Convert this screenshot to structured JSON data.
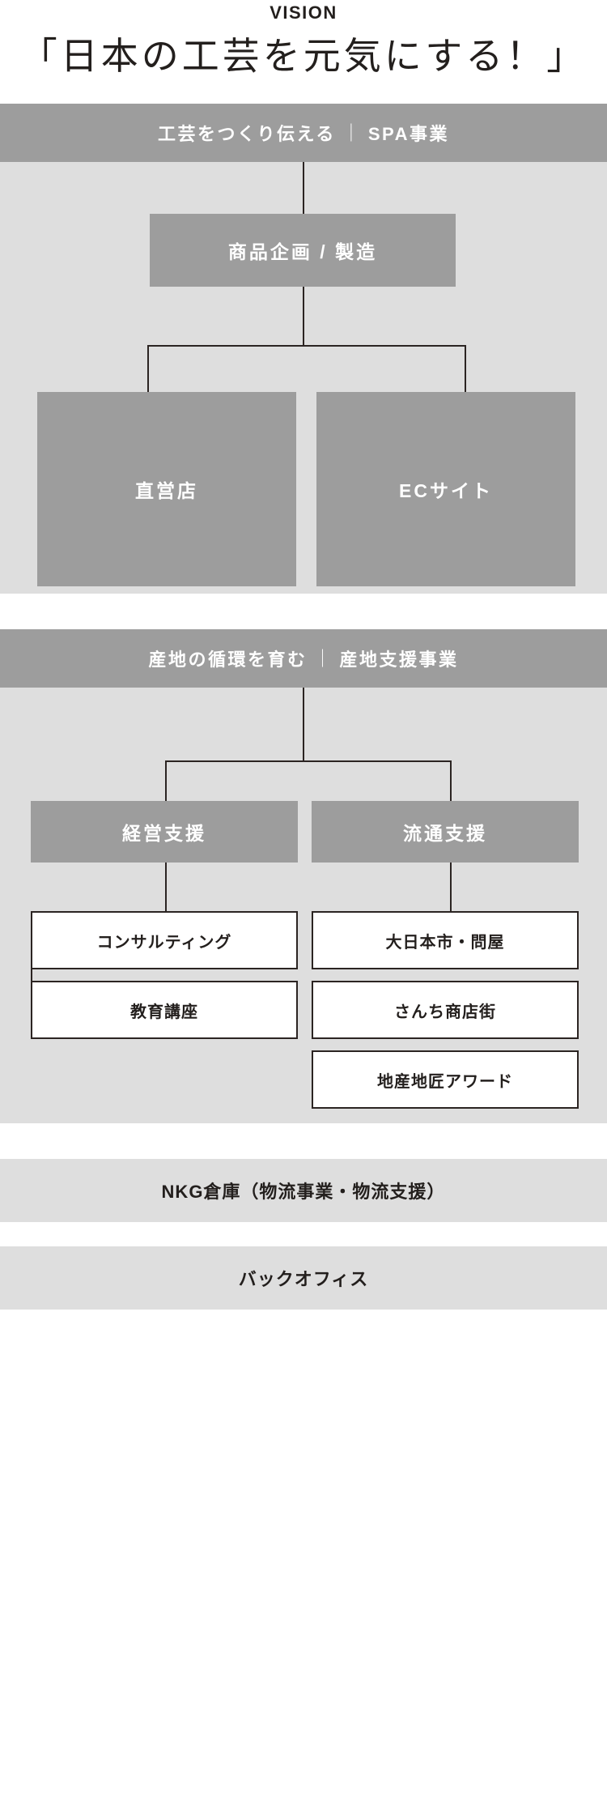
{
  "vision": {
    "label": "VISION",
    "title": "「日本の工芸を元気にする！」"
  },
  "separator": "｜",
  "sections": [
    {
      "id": "spa",
      "band_left": "工芸をつくり伝える",
      "band_right": "SPA事業",
      "nodes": {
        "planning": "商品企画 / 製造",
        "retail": "直営店",
        "ec": "ECサイト"
      }
    },
    {
      "id": "sanchi",
      "band_left": "産地の循環を育む",
      "band_right": "産地支援事業",
      "nodes": {
        "management": "経営支援",
        "distribution": "流通支援",
        "consulting": "コンサルティング",
        "education": "教育講座",
        "dainipponichi": "大日本市・問屋",
        "sanchi_shop": "さんち商店街",
        "award": "地産地匠アワード"
      }
    }
  ],
  "bars": [
    {
      "id": "warehouse",
      "label": "NKG倉庫（物流事業・物流支援）"
    },
    {
      "id": "backoffice",
      "label": "バックオフィス"
    }
  ],
  "colors": {
    "gray_band": "#9d9d9d",
    "panel_bg": "#dedede",
    "line": "#2b2422",
    "text_dark": "#231f1d",
    "text_light": "#ffffff",
    "white": "#ffffff"
  }
}
